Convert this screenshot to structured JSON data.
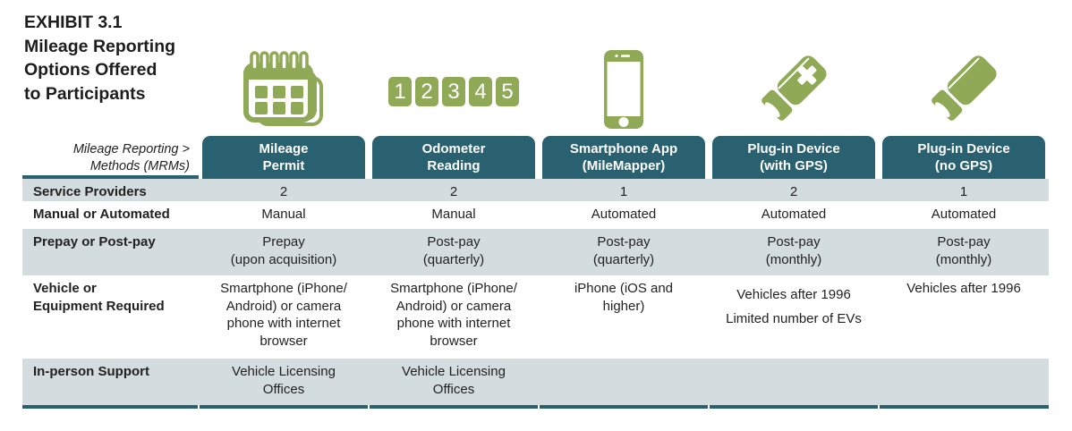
{
  "exhibit": {
    "label": "EXHIBIT 3.1",
    "title": "Mileage Reporting\nOptions Offered\nto Participants"
  },
  "table": {
    "corner_header": "Mileage Reporting >\nMethods (MRMs)",
    "columns": [
      {
        "label": "Mileage\nPermit",
        "icon": "calendar-icon"
      },
      {
        "label": "Odometer\nReading",
        "icon": "odometer-digits-icon"
      },
      {
        "label": "Smartphone App\n(MileMapper)",
        "icon": "smartphone-icon"
      },
      {
        "label": "Plug-in Device\n(with GPS)",
        "icon": "plug-in-device-gps-icon"
      },
      {
        "label": "Plug-in Device\n(no GPS)",
        "icon": "plug-in-device-icon"
      }
    ],
    "rows": [
      {
        "label": "Service Providers",
        "values": [
          "2",
          "2",
          "1",
          "2",
          "1"
        ]
      },
      {
        "label": "Manual or Automated",
        "values": [
          "Manual",
          "Manual",
          "Automated",
          "Automated",
          "Automated"
        ]
      },
      {
        "label": "Prepay or Post-pay",
        "values": [
          "Prepay\n(upon acquisition)",
          "Post-pay\n(quarterly)",
          "Post-pay\n(quarterly)",
          "Post-pay\n(monthly)",
          "Post-pay\n(monthly)"
        ]
      },
      {
        "label": "Vehicle or\nEquipment Required",
        "values": [
          "Smartphone (iPhone/\nAndroid) or camera\nphone with internet\nbrowser",
          "Smartphone (iPhone/\nAndroid) or camera\nphone with internet\nbrowser",
          "iPhone (iOS and\nhigher)",
          "Vehicles after 1996\nLimited number of EVs",
          "Vehicles after 1996"
        ]
      },
      {
        "label": "In-person Support",
        "values": [
          "Vehicle Licensing\nOffices",
          "Vehicle Licensing\nOffices",
          "",
          "",
          ""
        ]
      }
    ]
  },
  "icons": {
    "odometer_digits": [
      "1",
      "2",
      "3",
      "4",
      "5"
    ]
  },
  "colors": {
    "teal": "#2A6170",
    "green": "#8FA957",
    "row_gray": "#D3DCDF",
    "text": "#222222"
  }
}
